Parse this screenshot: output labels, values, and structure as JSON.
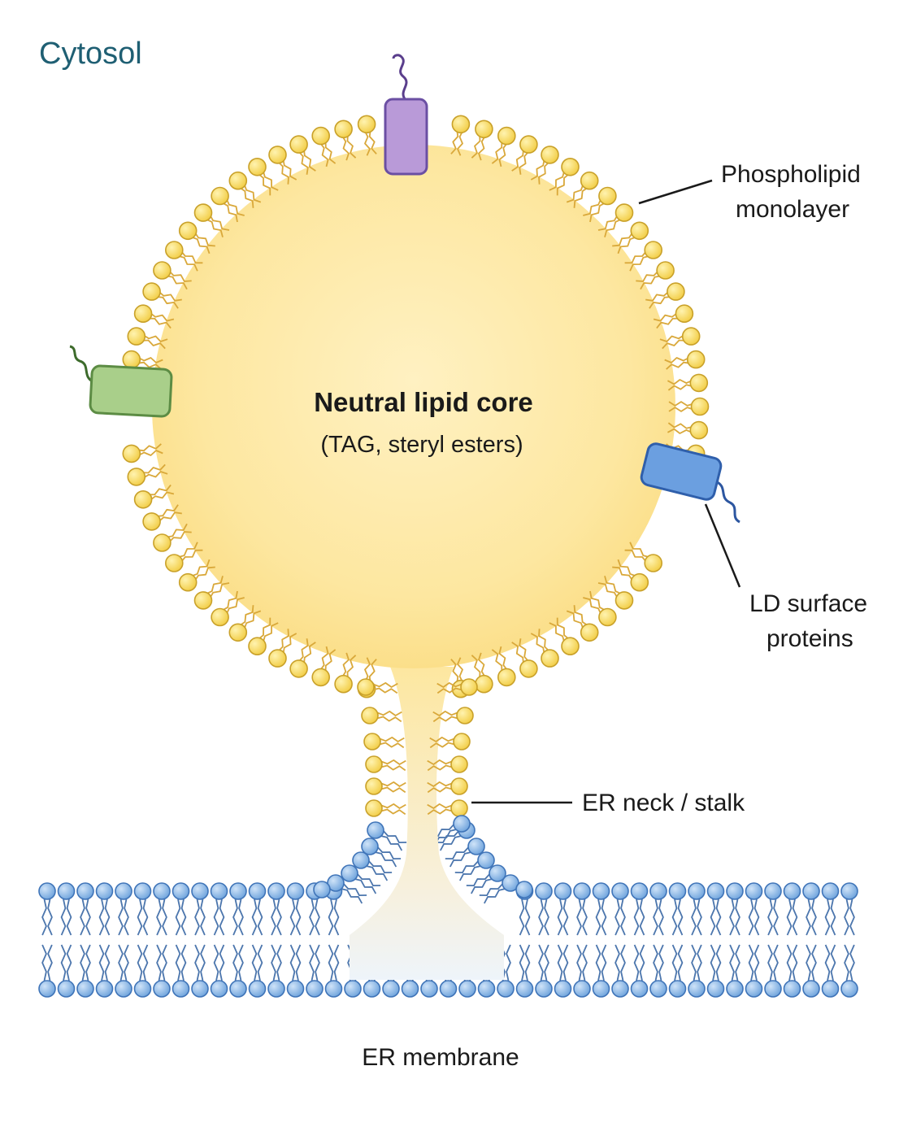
{
  "region_label": "Cytosol",
  "core": {
    "title": "Neutral lipid core",
    "subtitle": "(TAG, steryl esters)"
  },
  "labels": {
    "phospholipid_line1": "Phospholipid",
    "phospholipid_line2": "monolayer",
    "surface_line1": "LD surface",
    "surface_line2": "proteins",
    "neck": "ER neck / stalk",
    "er": "ER membrane"
  },
  "colors": {
    "region_text": "#1f5f73",
    "core_fill": "#fde9a8",
    "lipid_head": "#f7d75a",
    "lipid_head_stroke": "#c9a12a",
    "lipid_tail": "#d9a83a",
    "er_head": "#7fb2e6",
    "er_head_stroke": "#3f74b8",
    "er_tail": "#4c76ad",
    "protein_purple": "#b99ad8",
    "protein_green": "#a9cf8a",
    "protein_blue": "#6b9fe0"
  }
}
